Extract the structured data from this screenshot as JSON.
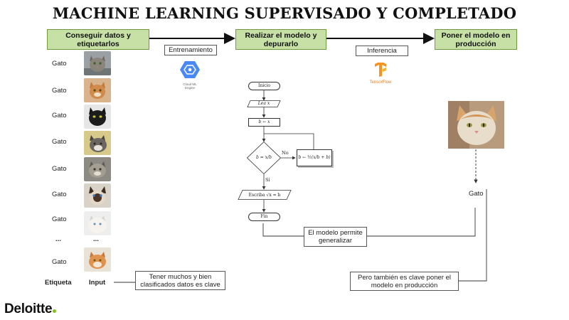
{
  "title": "MACHINE LEARNING SUPERVISADO Y COMPLETADO",
  "stages": {
    "collect": "Conseguir datos y etiquetarlos",
    "model": "Realizar el modelo y depurarlo",
    "deploy": "Poner el modelo en producción"
  },
  "steps": {
    "training": "Entrenamiento",
    "inference": "Inferencia"
  },
  "logos": {
    "cloudml": "Cloud ML Engine",
    "tensorflow": "TensorFlow"
  },
  "labels": [
    "Gato",
    "Gato",
    "Gato",
    "Gato",
    "Gato",
    "Gato",
    "Gato",
    "Gato"
  ],
  "ellipsis": "...",
  "columns": {
    "label": "Etiqueta",
    "input": "Input"
  },
  "flowchart": {
    "start": "Inicio",
    "read": "Lea x",
    "assign": "b ← x",
    "condition": "b = x/b",
    "no": "No",
    "update": "b ← ½(x/b + b)",
    "yes": "Sí",
    "write": "Escriba √x = b",
    "end": "Fin"
  },
  "output_label": "Gato",
  "notes": {
    "data": "Tener muchos y bien clasificados datos es clave",
    "generalize": "El modelo permite generalizar",
    "production": "Pero también es clave poner el modelo en producción"
  },
  "brand": "Deloitte",
  "colors": {
    "stage_fill": "#c6e0a5",
    "stage_border": "#6f9a3f",
    "brand_dot": "#86bc25",
    "cloudml": "#4a89f3",
    "tensorflow": "#f7931e"
  }
}
